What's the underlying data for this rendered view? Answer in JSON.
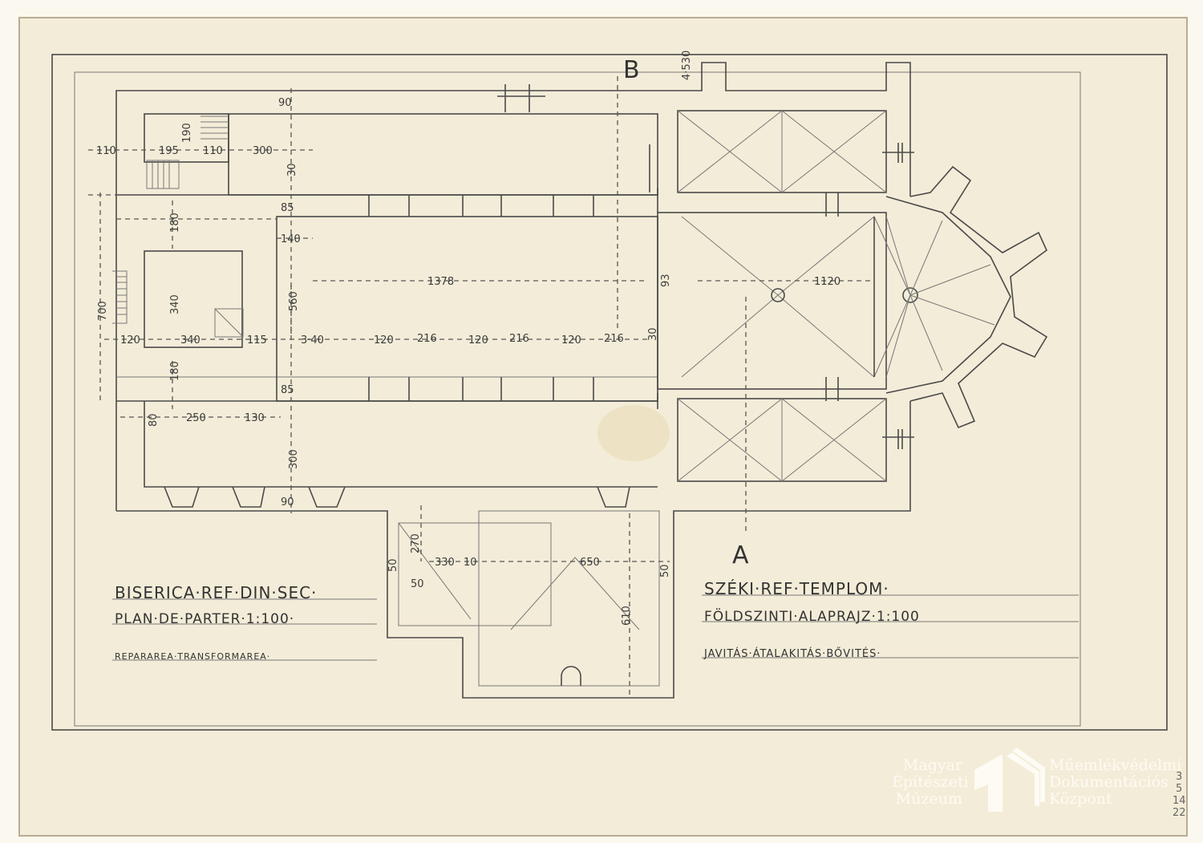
{
  "section_marks": {
    "b": "B",
    "a": "A"
  },
  "dimensions": {
    "d530": "4·530",
    "d90a": "90",
    "d110": "110",
    "d195": "195",
    "d190": "190",
    "d110b": "110",
    "d300a": "300",
    "d30": "30",
    "d85a": "85",
    "d180a": "180",
    "d140": "140",
    "d700": "700",
    "d340v": "340",
    "d560": "560",
    "d1378": "1378",
    "d93": "93",
    "d1120": "1120",
    "d120a": "120",
    "d340h": "340",
    "d115": "115",
    "d340b": "3·40",
    "d120b": "120",
    "d216a": "216",
    "d120c": "120",
    "d216b": "216",
    "d120d": "120",
    "d216c": "216",
    "d30b": "30",
    "d180b": "180",
    "d85b": "85",
    "d80": "80",
    "d250": "250",
    "d130": "130",
    "d300b": "300",
    "d90b": "90",
    "d270": "270",
    "d50a": "50",
    "d330": "330",
    "d10": "10",
    "d50b": "50",
    "d650": "650",
    "d50c": "50",
    "d610": "610"
  },
  "titles": {
    "ro_line1": "BISERICA·REF·DIN·SEC·",
    "ro_line2": "PLAN·DE·PARTER·1:100·",
    "ro_line3": "REPARAREA·TRANSFORMAREA·",
    "hu_line1": "SZÉKI·REF·TEMPLOM·",
    "hu_line2": "FÖLDSZINTI·ALAPRAJZ·1:100",
    "hu_line3": "JAVITÁS·ÁTALAKITÁS·BŐVITÉS·"
  },
  "watermark": {
    "left": [
      "Magyar",
      "Építészeti",
      "Múzeum"
    ],
    "right": [
      "Műemlékvédelmi",
      "Dokumentációs",
      "Központ"
    ]
  },
  "archive_numbers": [
    "3",
    "5",
    "14",
    "22"
  ],
  "colors": {
    "paper": "#f3ecd8",
    "ink": "#4a4a4a"
  }
}
